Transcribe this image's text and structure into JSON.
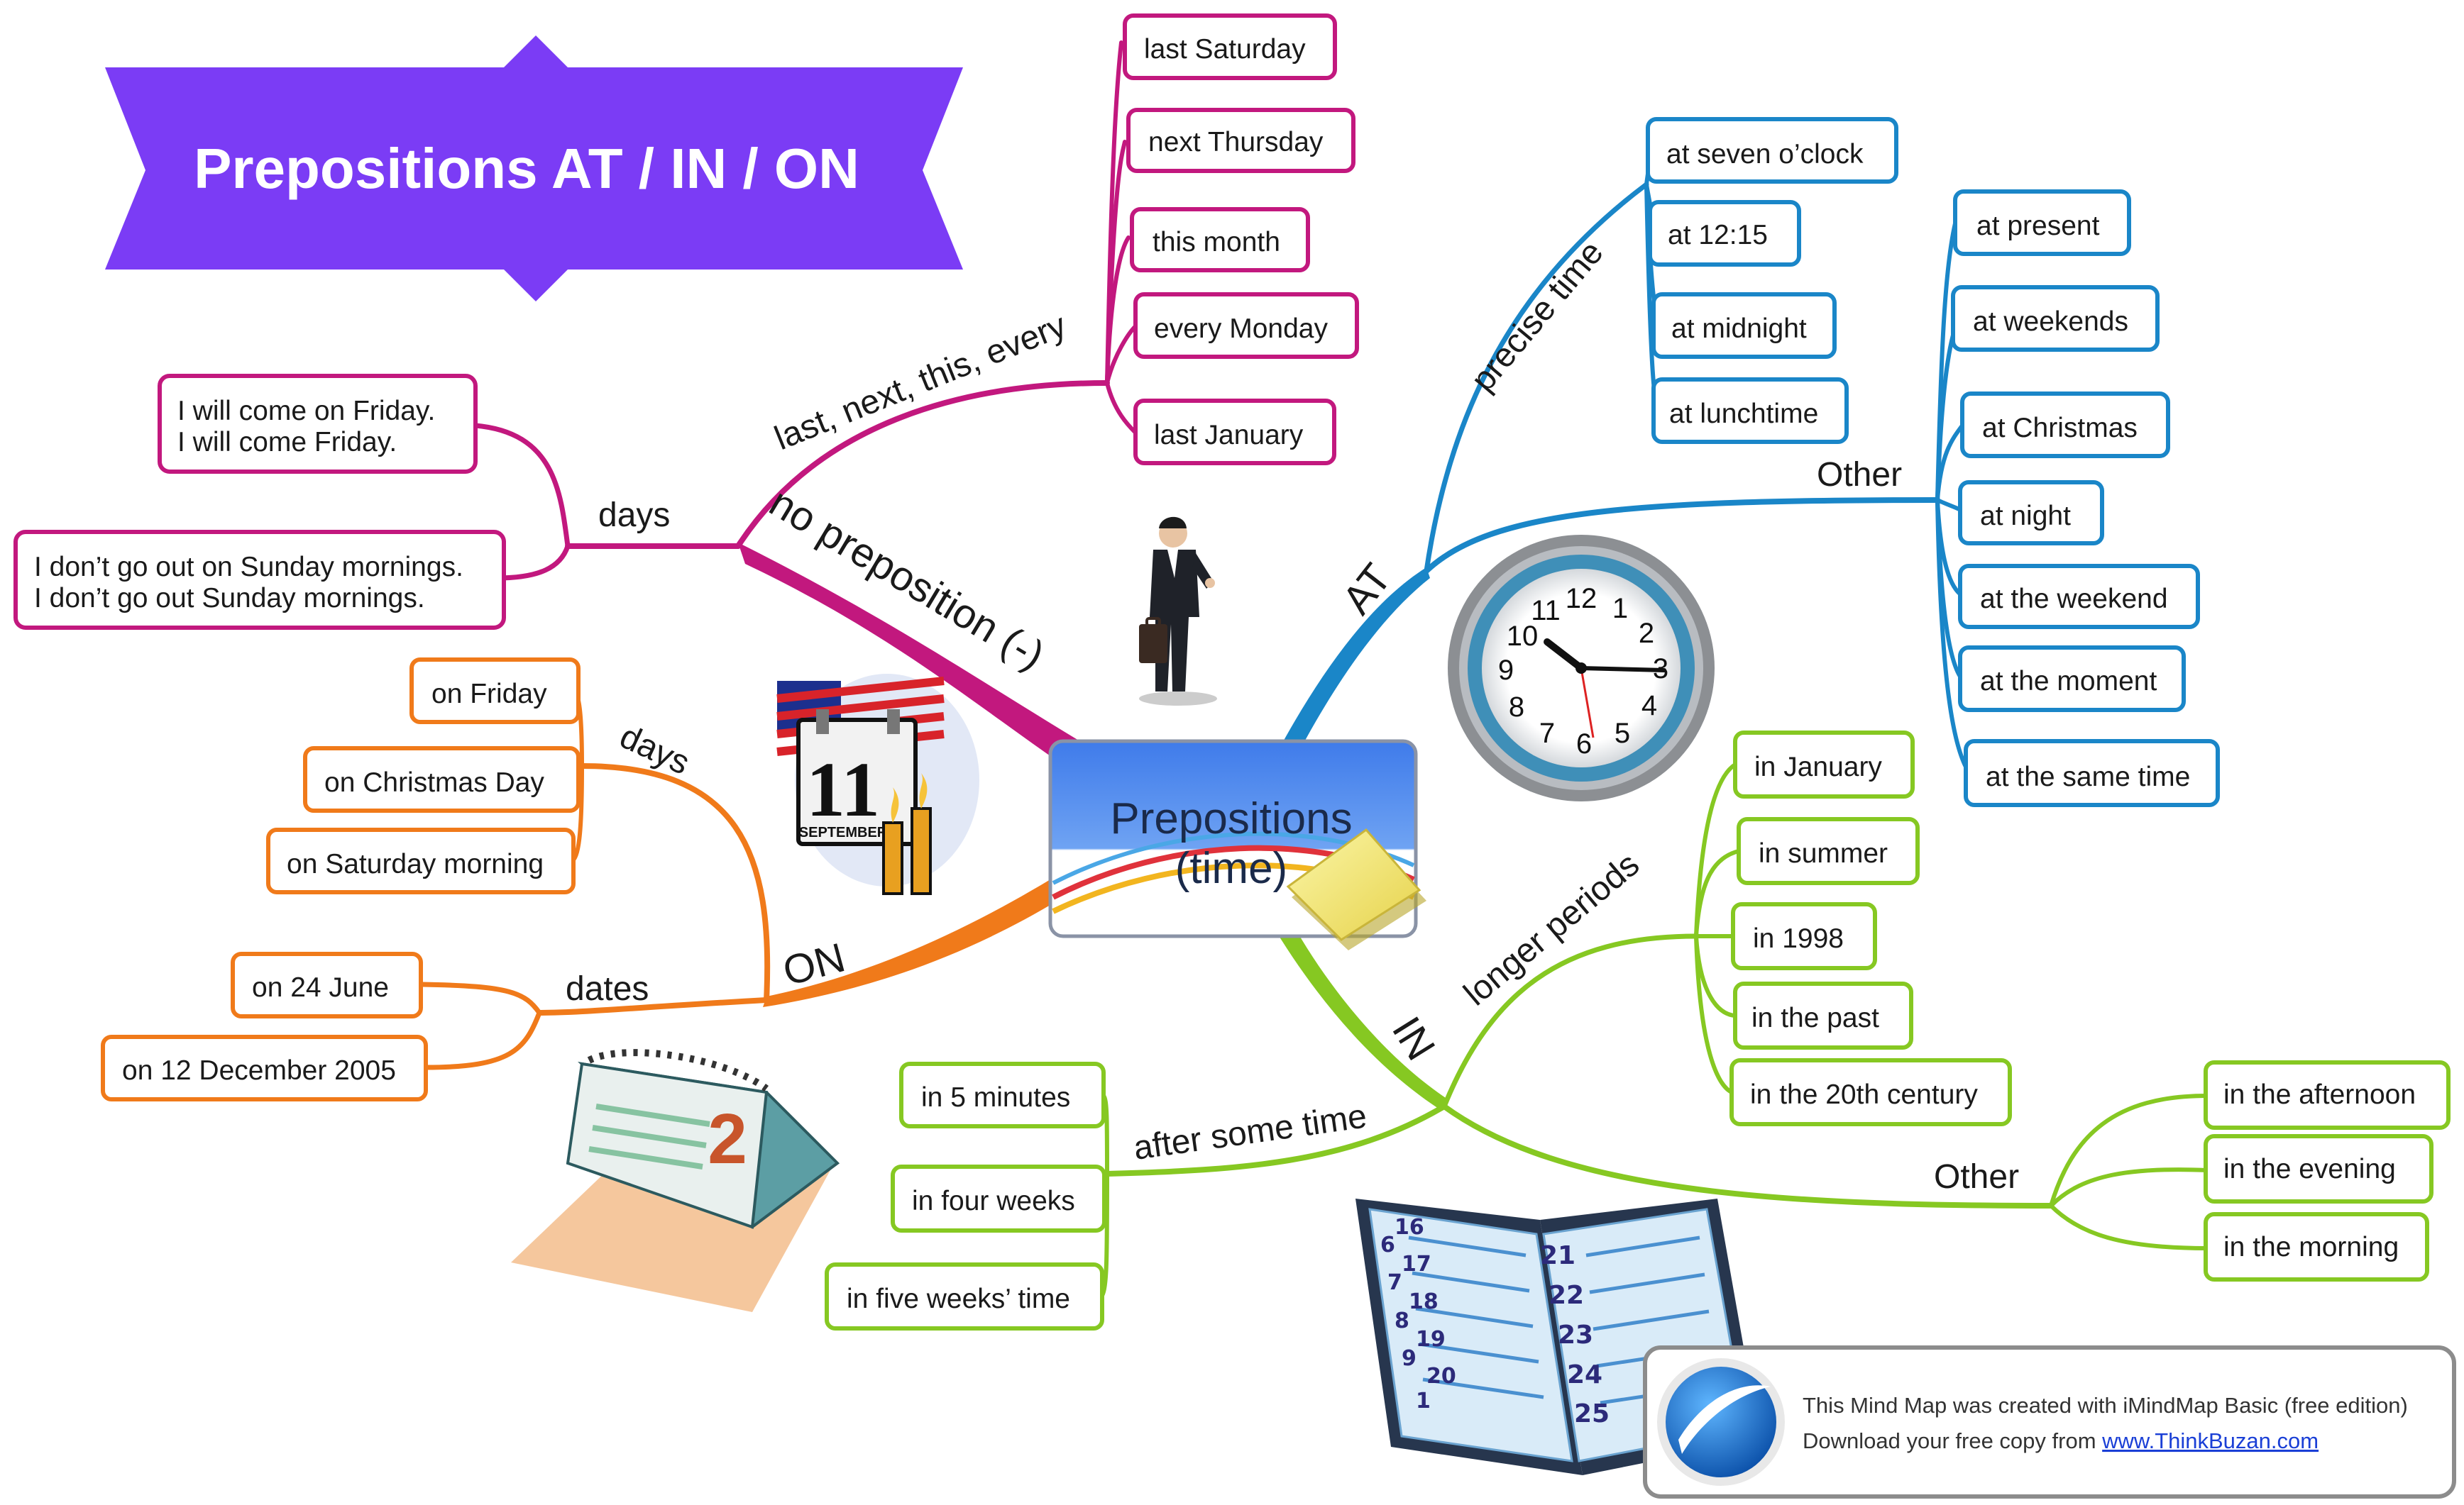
{
  "title": "Prepositions AT / IN / ON",
  "center": {
    "line1": "Prepositions",
    "line2": "(time)"
  },
  "colors": {
    "no_preposition": "#c2187e",
    "at": "#1a86c8",
    "on": "#f07a1a",
    "in": "#86c822",
    "banner": "#7b3cf5"
  },
  "branches": {
    "no_preposition": {
      "label": "no preposition (-)",
      "sub1": {
        "label": "last, next, this, every",
        "items": [
          "last Saturday",
          "next Thursday",
          "this month",
          "every Monday",
          "last January"
        ]
      },
      "sub2": {
        "label": "days",
        "items": [
          {
            "l1": "I will come on Friday.",
            "l2": "I will come Friday."
          },
          {
            "l1": "I don’t go out on Sunday mornings.",
            "l2": "I don’t go out Sunday mornings."
          }
        ]
      }
    },
    "at": {
      "label": "AT",
      "sub1": {
        "label": "precise time",
        "items": [
          "at seven o’clock",
          "at 12:15",
          "at midnight",
          "at lunchtime"
        ]
      },
      "sub2": {
        "label": "Other",
        "items": [
          "at present",
          "at weekends",
          "at Christmas",
          "at night",
          "at the weekend",
          "at the moment",
          "at the same time"
        ]
      }
    },
    "on": {
      "label": "ON",
      "sub1": {
        "label": "days",
        "items": [
          "on Friday",
          "on Christmas Day",
          "on Saturday morning"
        ]
      },
      "sub2": {
        "label": "dates",
        "items": [
          "on 24 June",
          "on 12 December 2005"
        ]
      }
    },
    "in": {
      "label": "IN",
      "sub1": {
        "label": "longer periods",
        "items": [
          "in January",
          "in summer",
          "in 1998",
          "in the past",
          "in the 20th century"
        ]
      },
      "sub2": {
        "label": "after some time",
        "items": [
          "in 5 minutes",
          "in four weeks",
          "in five weeks’ time"
        ]
      },
      "sub3": {
        "label": "Other",
        "items": [
          "in the afternoon",
          "in the evening",
          "in the morning"
        ]
      }
    }
  },
  "clock": {
    "numbers": [
      "12",
      "1",
      "2",
      "3",
      "4",
      "5",
      "6",
      "7",
      "8",
      "9",
      "10",
      "11"
    ]
  },
  "calendar_day": "11",
  "calendar_label": "SEPTEMBER",
  "desk_calendar_number": "2",
  "diary_numbers": {
    "left": [
      "16",
      "17",
      "18",
      "19",
      "20",
      "1"
    ],
    "left_outer": [
      "6",
      "7",
      "8",
      "9"
    ],
    "right": [
      "21",
      "22",
      "23",
      "24",
      "25"
    ]
  },
  "footer": {
    "line1": "This Mind Map was created with iMindMap Basic (free edition)",
    "line2_prefix": "Download your free copy from ",
    "link": "www.ThinkBuzan.com"
  }
}
